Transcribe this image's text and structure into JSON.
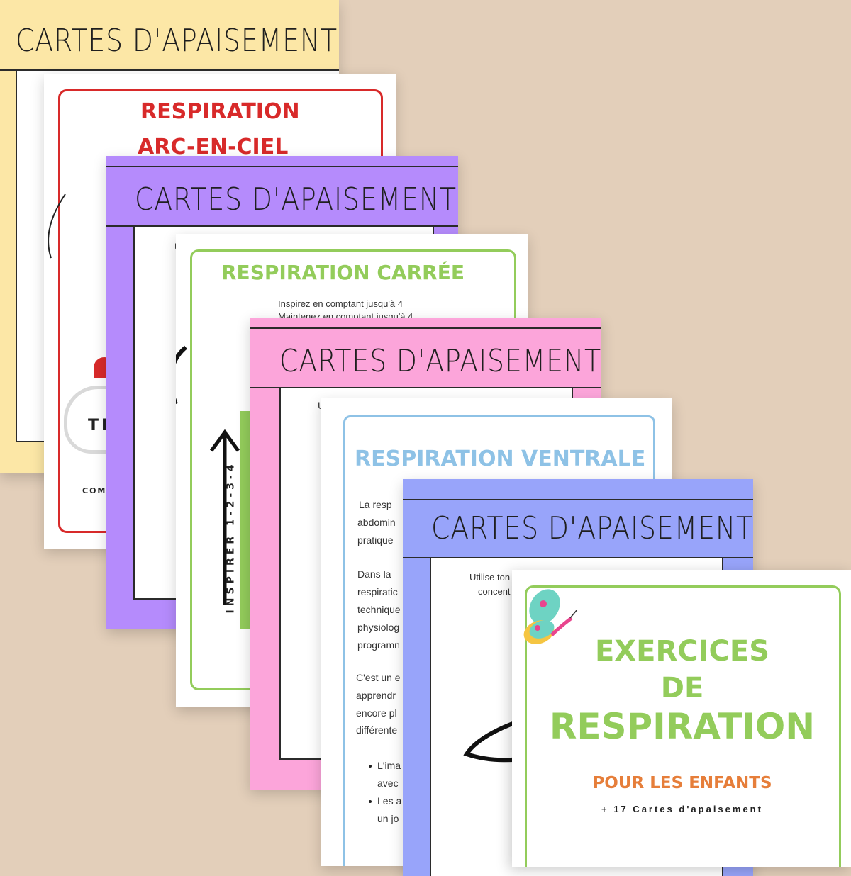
{
  "header_text": "CARTES D'APAISEMENT",
  "colors": {
    "background": "#e3cfba",
    "yellow": "#fce7a6",
    "purple": "#b58bfc",
    "pink": "#fca5da",
    "blue": "#98a4fa",
    "red": "#d82a2a",
    "green": "#93cc5b",
    "light_blue": "#8ec2e6",
    "orange": "#e67e3a"
  },
  "card_arc_en_ciel": {
    "title_line1": "RESPIRATION",
    "title_line2": "ARC-EN-CIEL",
    "cloud_text": "TE",
    "footer": "COM"
  },
  "card_carree": {
    "title": "RESPIRATION CARRÉE",
    "line1": "Inspirez en comptant jusqu'à 4",
    "line2": "Maintenez en comptant jusqu'à 4",
    "arrow_label": "INSPIRER 1-2-3-4"
  },
  "purple_sheet": {
    "fragment": "U"
  },
  "pink_sheet": {
    "fragment": "U"
  },
  "card_ventrale": {
    "title": "RESPIRATION VENTRALE",
    "p1": [
      "La   resp",
      "abdomin",
      "pratique"
    ],
    "p2": [
      "Dans   la",
      "respiratic",
      "technique",
      "physiolog",
      "programn"
    ],
    "p3": [
      "C'est un e",
      "apprendr",
      "encore pl",
      "différente"
    ],
    "bullets": [
      [
        "L'ima",
        "avec"
      ],
      [
        "Les a",
        "un jo"
      ]
    ]
  },
  "blue_sheet": {
    "line1": "Utilise ton",
    "line2": "concent"
  },
  "cover": {
    "line1": "EXERCICES",
    "line2": "DE",
    "line3": "RESPIRATION",
    "subtitle": "POUR LES ENFANTS",
    "tagline": "+ 17 Cartes d'apaisement"
  }
}
